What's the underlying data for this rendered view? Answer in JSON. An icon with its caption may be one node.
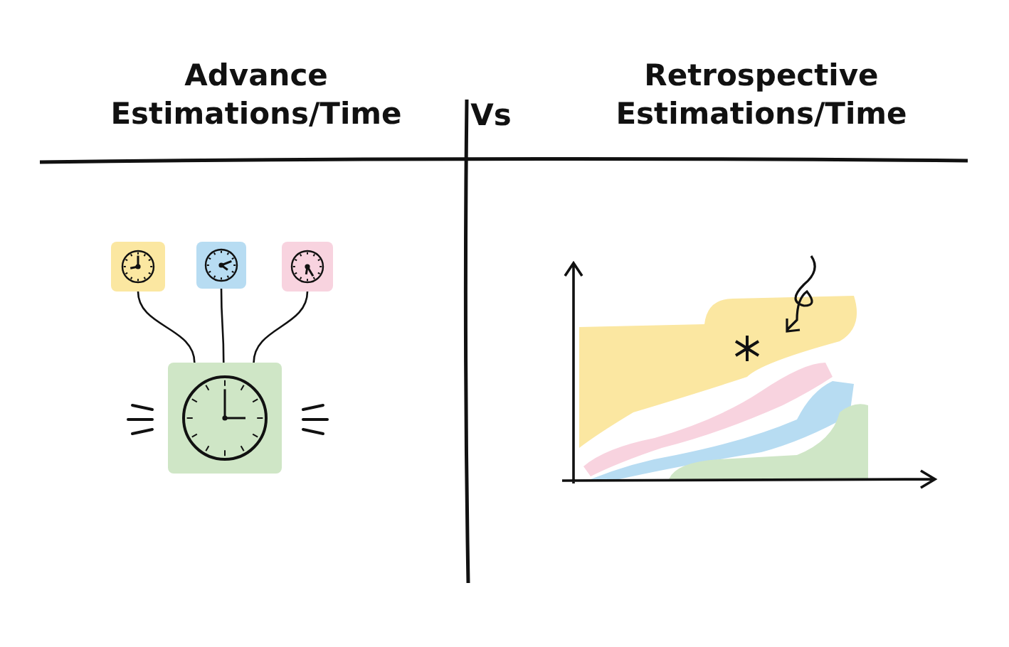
{
  "diagram": {
    "nodes": [
      {
        "text": [],
        "shape": "clock"
      },
      {
        "text": [],
        "shape": "clock"
      },
      {
        "text": [],
        "shape": "clock"
      },
      {
        "text": [],
        "shape": "clock"
      }
    ],
    "edges": [
      {
        "from": 3,
        "to": 0,
        "arrow": "none"
      },
      {
        "from": 3,
        "to": 1,
        "arrow": "none"
      },
      {
        "from": 3,
        "to": 2,
        "arrow": "none"
      }
    ],
    "labels": [
      "Advance Estimations/Time",
      "Vs",
      "Retrospective Estimations/Time"
    ]
  }
}
